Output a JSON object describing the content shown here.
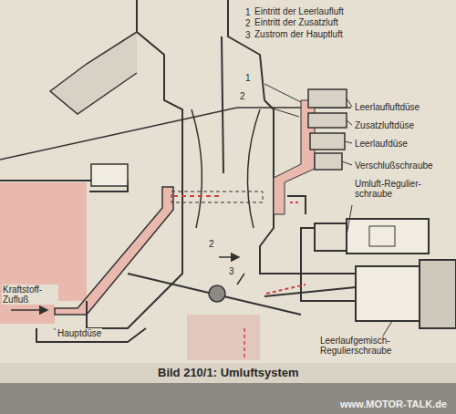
{
  "diagram": {
    "caption": "Bild 210/1: Umluftsystem",
    "labels": [
      "1",
      "Eintritt der Leerlaufluft",
      "2",
      "Eintritt der Zusatzluft",
      "3",
      "Zustrom der Hauptluft",
      "Leerlaufluftdüse",
      "Zusatzluftdüse",
      "Leerlaufdüse",
      "Verschlußschraube",
      "Umluft-Regulier- schraube",
      "Leerlaufgemisch- Regulierschraube",
      "Kraftstoff- Zufluß",
      "Hauptdüse",
      "1",
      "2",
      "2",
      "3",
      "www.MOTOR-TALK.de"
    ]
  }
}
